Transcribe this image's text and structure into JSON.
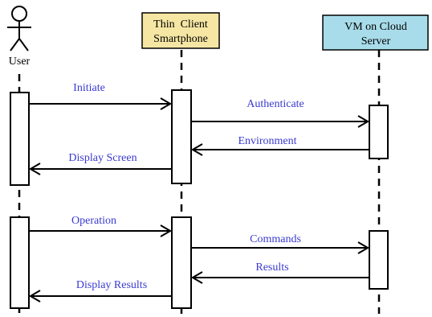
{
  "actors": {
    "user": {
      "label": "User"
    },
    "client": {
      "line1": "Thin  Client",
      "line2": "Smartphone",
      "fill": "#f5e6a3"
    },
    "server": {
      "line1": "VM on Cloud",
      "line2": "Server",
      "fill": "#a8dcea"
    }
  },
  "messages": [
    {
      "id": "initiate",
      "text": "Initiate",
      "from": "user",
      "to": "client"
    },
    {
      "id": "authenticate",
      "text": "Authenticate",
      "from": "client",
      "to": "server"
    },
    {
      "id": "environment",
      "text": "Environment",
      "from": "server",
      "to": "client"
    },
    {
      "id": "display-screen",
      "text": "Display Screen",
      "from": "client",
      "to": "user"
    },
    {
      "id": "operation",
      "text": "Operation",
      "from": "user",
      "to": "client"
    },
    {
      "id": "commands",
      "text": "Commands",
      "from": "client",
      "to": "server"
    },
    {
      "id": "results",
      "text": "Results",
      "from": "server",
      "to": "client"
    },
    {
      "id": "display-results",
      "text": "Display Results",
      "from": "client",
      "to": "user"
    }
  ],
  "colors": {
    "message_text": "#3a3ad0",
    "line": "#000000"
  }
}
